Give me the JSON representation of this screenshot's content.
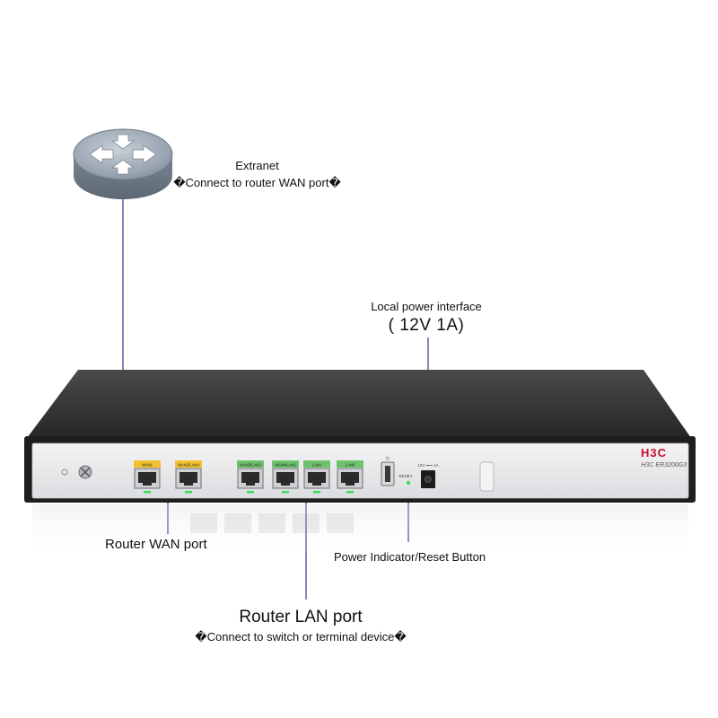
{
  "labels": {
    "extranet_title": "Extranet",
    "extranet_sub": "�Connect to router WAN port�",
    "power_title": "Local power interface",
    "power_value": "( 12V 1A)",
    "wan_port": "Router WAN port",
    "reset": "Power Indicator/Reset Button",
    "lan_title": "Router LAN port",
    "lan_sub": "�Connect to switch or terminal device�"
  },
  "device": {
    "brand": "H3C",
    "model": "H3C  ER3200G3",
    "ports": [
      {
        "tag": "WAN1",
        "color": "#f2c12e"
      },
      {
        "tag": "WAN2/LAN4",
        "color": "#f2c12e"
      },
      {
        "tag": "WAN3/LAN3",
        "color": "#6cc36b"
      },
      {
        "tag": "WAN4/LAN2",
        "color": "#6cc36b"
      },
      {
        "tag": "LAN1",
        "color": "#6cc36b"
      },
      {
        "tag": "LAN0",
        "color": "#6cc36b"
      }
    ],
    "reset_tag": "RESET",
    "power_tag": "12V ⎓⎓ 1A"
  },
  "colors": {
    "line": "#2b3a8f",
    "chassis_top": "#2a2a2a",
    "faceplate": "#e9eaec",
    "brand_red": "#c8102e"
  },
  "icons": {
    "router": "router-icon",
    "ground": "ground-screw-icon",
    "usb": "usb-port-icon",
    "dc": "dc-power-jack-icon"
  }
}
